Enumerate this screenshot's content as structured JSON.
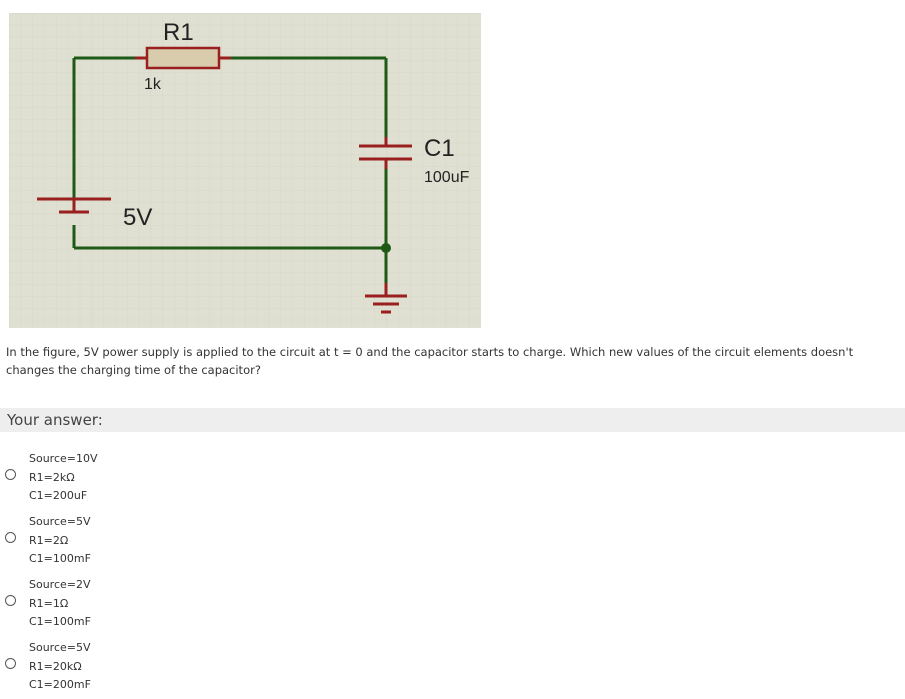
{
  "figure": {
    "r1_label": "R1",
    "r1_value": "1k",
    "c1_label": "C1",
    "c1_value": "100uF",
    "source_value": "5V"
  },
  "question": "In the figure, 5V power supply is applied to the circuit at t = 0 and the capacitor starts to charge. Which new values of the circuit elements doesn't changes the charging time of the capacitor?",
  "answer_label": "Your answer:",
  "options": [
    {
      "source": "Source=10V",
      "r1": "R1=2kΩ",
      "c1": "C1=200uF"
    },
    {
      "source": "Source=5V",
      "r1": "R1=2Ω",
      "c1": "C1=100mF"
    },
    {
      "source": "Source=2V",
      "r1": "R1=1Ω",
      "c1": "C1=100mF"
    },
    {
      "source": "Source=5V",
      "r1": "R1=20kΩ",
      "c1": "C1=200mF"
    }
  ]
}
